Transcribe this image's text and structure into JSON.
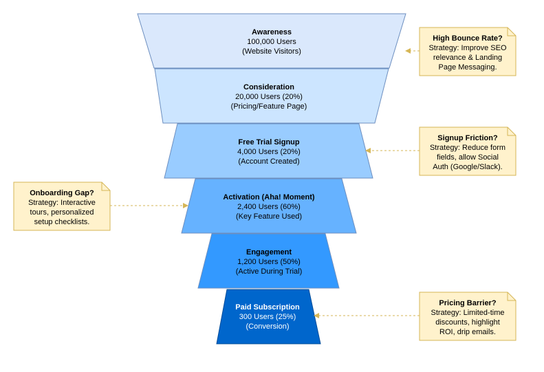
{
  "funnel": {
    "stages": [
      {
        "title": "Awareness",
        "lines": [
          "100,000 Users",
          "(Website Visitors)"
        ],
        "fill": "#DAE8FC",
        "stroke": "#6C8EBF",
        "text_color": "#000000"
      },
      {
        "title": "Consideration",
        "lines": [
          "20,000 Users (20%)",
          "(Pricing/Feature Page)"
        ],
        "fill": "#CCE5FF",
        "stroke": "#6C8EBF",
        "text_color": "#000000"
      },
      {
        "title": "Free Trial Signup",
        "lines": [
          "4,000 Users (20%)",
          "(Account Created)"
        ],
        "fill": "#99CCFF",
        "stroke": "#6C8EBF",
        "text_color": "#000000"
      },
      {
        "title": "Activation (Aha! Moment)",
        "lines": [
          "2,400 Users (60%)",
          "(Key Feature Used)"
        ],
        "fill": "#66B2FF",
        "stroke": "#6C8EBF",
        "text_color": "#000000"
      },
      {
        "title": "Engagement",
        "lines": [
          "1,200 Users (50%)",
          "(Active During Trial)"
        ],
        "fill": "#3399FF",
        "stroke": "#6C8EBF",
        "text_color": "#000000"
      },
      {
        "title": "Paid Subscription",
        "lines": [
          "300 Users (25%)",
          "(Conversion)"
        ],
        "fill": "#0066CC",
        "stroke": "#004C99",
        "text_color": "#FFFFFF"
      }
    ]
  },
  "notes": [
    {
      "title": "High Bounce Rate?",
      "lines": [
        "Strategy: Improve SEO",
        "relevance & Landing",
        "Page Messaging."
      ],
      "stage": 0
    },
    {
      "title": "Signup Friction?",
      "lines": [
        "Strategy: Reduce form",
        "fields, allow Social",
        "Auth (Google/Slack)."
      ],
      "stage": 2
    },
    {
      "title": "Onboarding Gap?",
      "lines": [
        "Strategy: Interactive",
        "tours, personalized",
        "setup checklists."
      ],
      "stage": 3
    },
    {
      "title": "Pricing Barrier?",
      "lines": [
        "Strategy: Limited-time",
        "discounts, highlight",
        "ROI, drip emails."
      ],
      "stage": 5
    }
  ],
  "colors": {
    "note_fill": "#FFF2CC",
    "note_stroke": "#D6B656",
    "connector": "#D6B656"
  }
}
